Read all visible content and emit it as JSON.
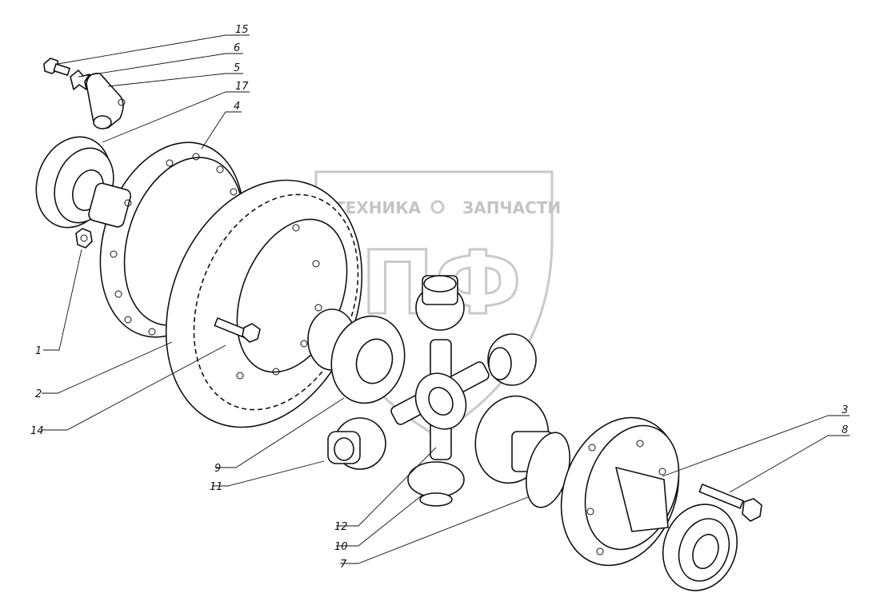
{
  "watermark": {
    "text_left": "ТЕХНИКА",
    "text_right": "ЗАПЧАСТИ",
    "letters": "ЭПФ"
  },
  "callouts": [
    {
      "id": "15",
      "label": "15"
    },
    {
      "id": "6",
      "label": "6"
    },
    {
      "id": "5",
      "label": "5"
    },
    {
      "id": "17",
      "label": "17"
    },
    {
      "id": "4",
      "label": "4"
    },
    {
      "id": "1",
      "label": "1"
    },
    {
      "id": "2",
      "label": "2"
    },
    {
      "id": "14",
      "label": "14"
    },
    {
      "id": "9",
      "label": "9"
    },
    {
      "id": "11",
      "label": "11"
    },
    {
      "id": "12",
      "label": "12"
    },
    {
      "id": "10",
      "label": "10"
    },
    {
      "id": "7",
      "label": "7"
    },
    {
      "id": "3",
      "label": "3"
    },
    {
      "id": "8",
      "label": "8"
    }
  ]
}
